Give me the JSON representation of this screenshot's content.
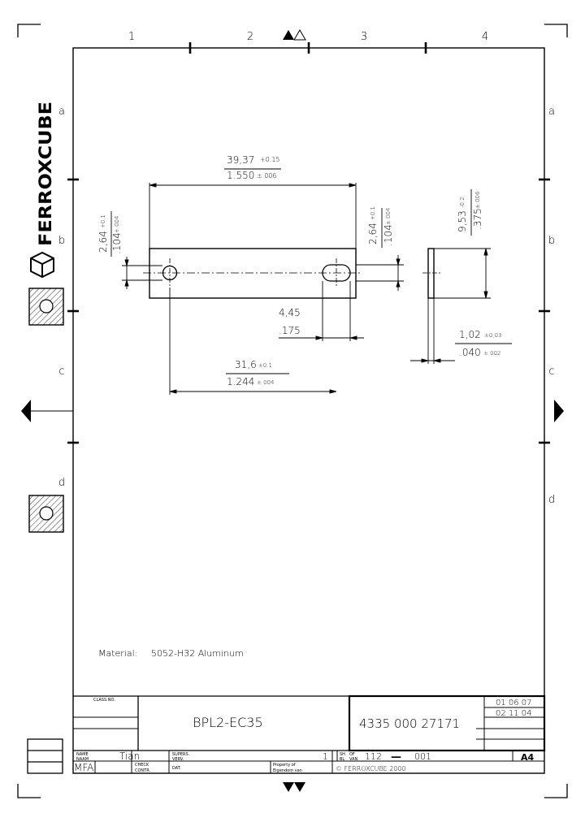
{
  "sheet": {
    "columns": [
      "1",
      "2",
      "3",
      "4"
    ],
    "rows_left": [
      "a",
      "b",
      "c",
      "d"
    ],
    "rows_right": [
      "a",
      "b",
      "c",
      "d"
    ],
    "brand": "FERROXCUBE"
  },
  "dimensions": {
    "length_mm": "39,37",
    "length_mm_tol": "+0.15",
    "length_in": "1.550",
    "length_in_tol": "±.006",
    "left_hole_mm": "2,64",
    "left_hole_mm_tol": "+0.1",
    "left_hole_in": ".104",
    "left_hole_in_tol": "+.004",
    "right_hole_mm": "2,64",
    "right_hole_mm_tol": "+0.1",
    "right_hole_in": ".104",
    "right_hole_in_tol": "±.004",
    "height_mm": "9,53",
    "height_mm_tol": "-0.2",
    "height_in": ".375",
    "height_in_tol": "±.006",
    "slot_mm": "4,45",
    "slot_in": ".175",
    "thickness_mm": "1,02",
    "thickness_mm_tol": "±0,03",
    "thickness_in": ".040",
    "thickness_in_tol": "±.002",
    "pitch_mm": "31,6",
    "pitch_mm_tol": "±0.1",
    "pitch_in": "1.244",
    "pitch_in_tol": "±.004"
  },
  "material": {
    "label": "Material:",
    "value": "5052-H32 Aluminum"
  },
  "title_block": {
    "class_no_label": "CLASS.NO.",
    "product_name": "BPL2-EC35",
    "part_number": "4335 000 27171",
    "date_1": "01 06 07",
    "date_2": "02 11 04",
    "name_label": "NAME",
    "name_label_nl": "NAAM",
    "name_value": "Tian",
    "unit": "MFA",
    "supers_label": "SUPERS.",
    "supers_label_nl": "VERV.",
    "check_label": "CHECK",
    "check_label_nl": "CONTR.",
    "date_label": "DAT.",
    "property_label": "Property of",
    "property_label_nl": "Eigendom van",
    "sheet_no": "1",
    "sheet_label": "SH",
    "sheet_label_nl": "BL",
    "of_label": "OF",
    "of_label_nl": "VAN",
    "sheet_ref": "112",
    "dash": "—",
    "sheet_ref_2": "001",
    "copyright": "© FERROXCUBE 2000",
    "format": "A4"
  }
}
